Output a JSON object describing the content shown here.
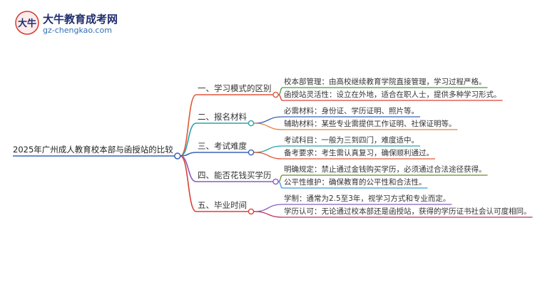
{
  "header": {
    "brand_name": "大牛教育成考网",
    "site_url": "gz-chengkao.com",
    "logo_text": "大牛"
  },
  "mindmap": {
    "root": "2025年广州成人教育校本部与函授站的比较",
    "branches": [
      {
        "label": "一、学习模式的区别",
        "color": "#e0573a",
        "leaves": [
          {
            "text": "校本部管理：由高校继续教育学院直接管理，学习过程严格。",
            "color": "#4a9b3f"
          },
          {
            "text": "函授站灵活性：设立在外地，适合在职人士，提供多种学习形式。",
            "color": "#d9423a"
          }
        ]
      },
      {
        "label": "二、报名材料",
        "color": "#2aa5a8",
        "leaves": [
          {
            "text": "必需材料：身份证、学历证明、照片等。",
            "color": "#3a63b8"
          },
          {
            "text": "辅助材料：某些专业需提供工作证明、社保证明等。",
            "color": "#e8803a"
          }
        ]
      },
      {
        "label": "三、考试难度",
        "color": "#3a63b8",
        "leaves": [
          {
            "text": "考试科目：一般为三到四门，难度适中。",
            "color": "#2aa5a8"
          },
          {
            "text": "备考要求：考生需认真复习，确保顺利通过。",
            "color": "#e0573a"
          }
        ]
      },
      {
        "label": "四、能否花钱买学历",
        "color": "#8a5cc0",
        "leaves": [
          {
            "text": "明确规定：禁止通过金钱购买学历，必须通过合法途径获得。",
            "color": "#6b8e23"
          },
          {
            "text": "公平性维护：确保教育的公平性和合法性。",
            "color": "#3a9ad9"
          }
        ]
      },
      {
        "label": "五、毕业时间",
        "color": "#d9423a",
        "leaves": [
          {
            "text": "学制：通常为2.5至3年，视学习方式和专业而定。",
            "color": "#8a5cc0"
          },
          {
            "text": "学历认可：无论通过校本部还是函授站，获得的学历证书社会认可度相同。",
            "color": "#c0325a"
          }
        ]
      }
    ]
  }
}
